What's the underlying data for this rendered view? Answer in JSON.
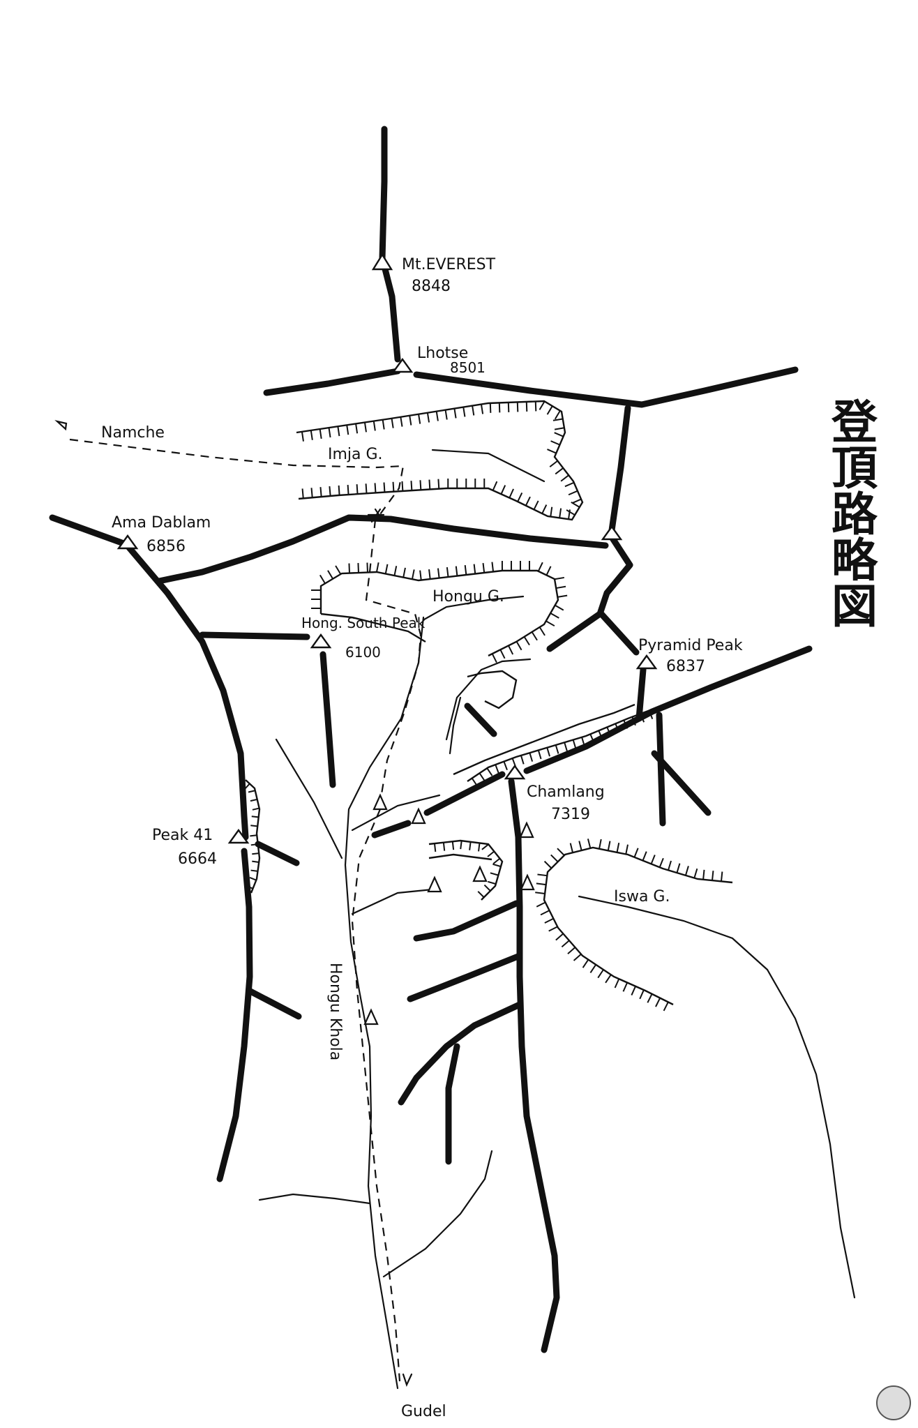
{
  "title": "登頂路略図",
  "peaks": [
    {
      "id": "everest",
      "name": "Mt.EVEREST",
      "elevation": "8848"
    },
    {
      "id": "lhotse",
      "name": "Lhotse",
      "elevation": "8501"
    },
    {
      "id": "ama-dablam",
      "name": "Ama Dablam",
      "elevation": "6856"
    },
    {
      "id": "hongu-south",
      "name": "Hong. South Peak",
      "elevation": "6100"
    },
    {
      "id": "pyramid",
      "name": "Pyramid Peak",
      "elevation": "6837"
    },
    {
      "id": "chamlang",
      "name": "Chamlang",
      "elevation": "7319"
    },
    {
      "id": "peak41",
      "name": "Peak 41",
      "elevation": "6664"
    }
  ],
  "glaciers": {
    "imja": "Imja G.",
    "hongu": "Hongu G.",
    "iswa": "Iswa G."
  },
  "river": "Hongu Khola",
  "places": {
    "namche": "Namche",
    "gudel": "Gudel"
  },
  "colors": {
    "ink": "#111111",
    "paper": "#ffffff"
  }
}
